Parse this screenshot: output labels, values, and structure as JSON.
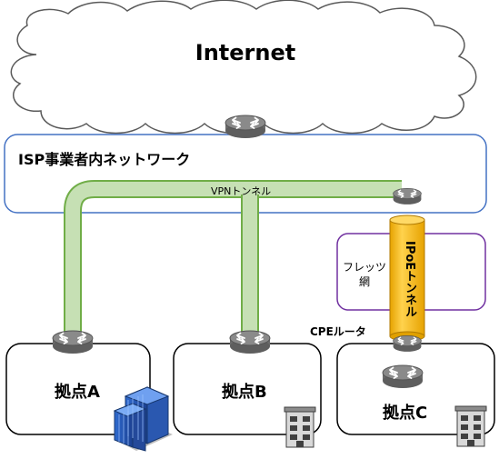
{
  "labels": {
    "internet": "Internet",
    "isp_network": "ISP事業者内ネットワーク",
    "vpn_tunnel": "VPNトンネル",
    "ipoe_tunnel": "IPoEトンネル",
    "flets_network": "フレッツ網",
    "cpe_router": "CPEルータ",
    "site_a": "拠点A",
    "site_b": "拠点B",
    "site_c": "拠点C"
  },
  "colors": {
    "isp_border": "#4472c4",
    "flets_border": "#7030a0",
    "vpn_tunnel_fill": "#c6e0b4",
    "vpn_tunnel_stroke": "#70ad47",
    "ipoe_tunnel_fill": "#ffc000",
    "router_body": "#7f7f7f"
  },
  "icons": {
    "router": "router-icon",
    "building": "office-building-icon",
    "small_building": "small-building-icon"
  }
}
